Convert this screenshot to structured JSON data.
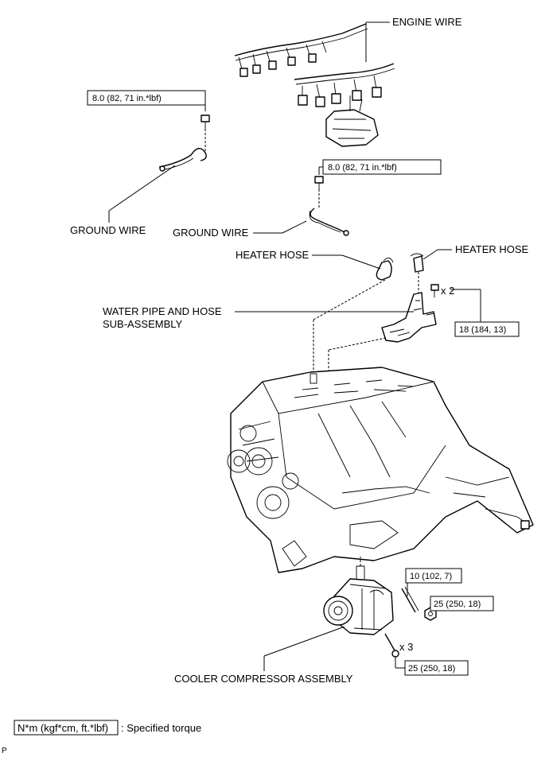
{
  "labels": {
    "engine_wire": "ENGINE WIRE",
    "ground_wire_1": "GROUND WIRE",
    "ground_wire_2": "GROUND WIRE",
    "heater_hose_1": "HEATER HOSE",
    "heater_hose_2": "HEATER HOSE",
    "water_pipe_line1": "WATER PIPE AND HOSE",
    "water_pipe_line2": "SUB-ASSEMBLY",
    "cooler_compressor": "COOLER COMPRESSOR ASSEMBLY"
  },
  "torques": {
    "ground_bolt_1": "8.0 (82, 71 in.*lbf)",
    "ground_bolt_2": "8.0 (82, 71 in.*lbf)",
    "water_pipe_bolt": "18 (184, 13)",
    "stud": "10 (102, 7)",
    "nut": "25 (250, 18)",
    "compressor_bolt": "25 (250, 18)"
  },
  "quantities": {
    "water_pipe_bolts": "x 2",
    "compressor_bolts": "x 3"
  },
  "legend": {
    "box_text": "N*m (kgf*cm, ft.*lbf)",
    "description": ": Specified torque"
  },
  "corner_mark": "P"
}
